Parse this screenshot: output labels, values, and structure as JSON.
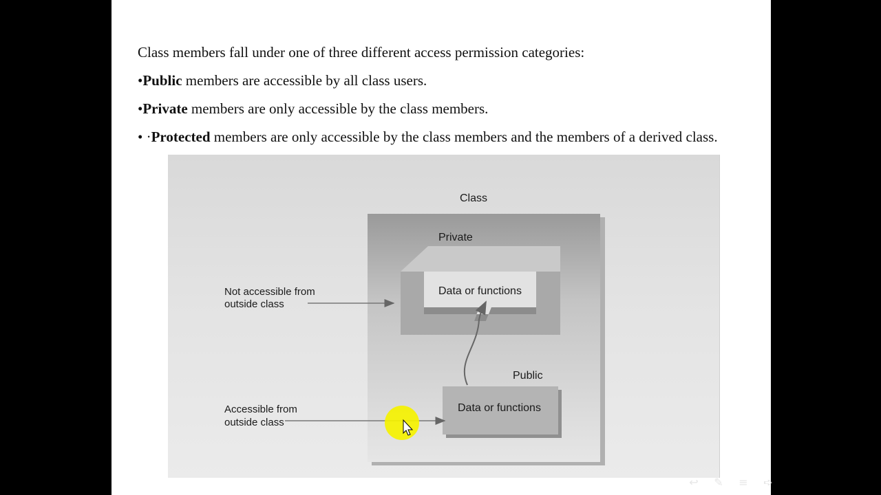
{
  "slide": {
    "intro": "Class members fall under one of three different access permission categories:",
    "bullets": [
      {
        "prefix": "•",
        "term": "Public",
        "rest": " members are accessible by all class users."
      },
      {
        "prefix": "•",
        "term": "Private",
        "rest": " members are only accessible by the class members."
      },
      {
        "prefix": "• ·",
        "term": "Protected",
        "rest": " members are only accessible by the class members and the members of a derived class."
      }
    ]
  },
  "diagram": {
    "class_label": "Class",
    "private_label": "Private",
    "private_box_text": "Data or functions",
    "public_label": "Public",
    "public_box_text": "Data or functions",
    "not_accessible_line1": "Not accessible from",
    "not_accessible_line2": "outside class",
    "accessible_line1": "Accessible from",
    "accessible_line2": "outside class",
    "highlight_color": "#f5f200"
  },
  "nav": {
    "icons": [
      "back-arrow-icon",
      "pen-icon",
      "menu-icon",
      "forward-arrow-icon"
    ]
  }
}
